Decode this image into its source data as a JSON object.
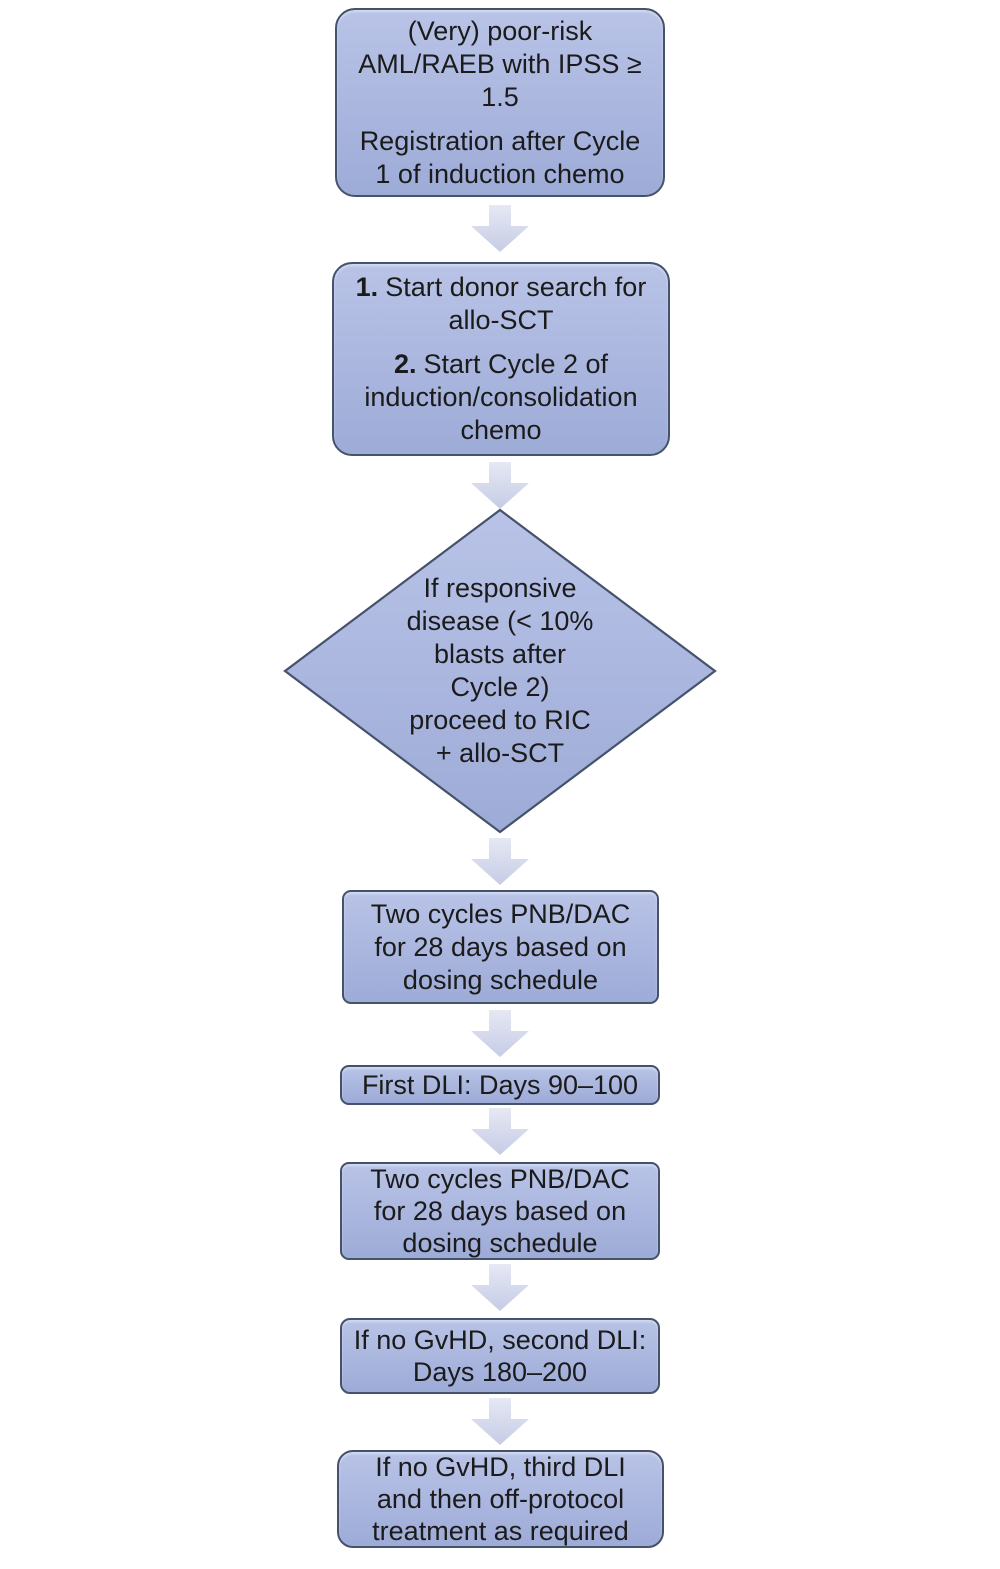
{
  "figure": {
    "type": "flowchart",
    "orientation": "vertical",
    "background": "#ffffff"
  },
  "colors": {
    "node_fill_top": "#b9c3e7",
    "node_fill_bottom": "#9dabd7",
    "node_border": "#44536b",
    "node_text": "#1b1b1b",
    "arrow_top": "#e6e8f4",
    "arrow_bottom": "#c6cce5"
  },
  "icons": {
    "down_arrow": "down-block-arrow"
  },
  "flowchart": {
    "nodes": {
      "registration": {
        "shape": "rounded-rectangle",
        "para1": {
          "lines": [
            "(Very) poor-risk",
            "AML/RAEB with IPSS ≥",
            "1.5"
          ]
        },
        "para2": {
          "lines": [
            "Registration after Cycle",
            "1 of induction chemo"
          ]
        }
      },
      "donor_search": {
        "shape": "rounded-rectangle",
        "step1": {
          "num": "1.",
          "line1": "Start donor search for",
          "line2": "allo-SCT"
        },
        "step2": {
          "num": "2.",
          "line1": "Start Cycle 2 of",
          "line2": "induction/consolidation",
          "line3": "chemo"
        }
      },
      "decision": {
        "shape": "diamond",
        "lines": [
          "If responsive",
          "disease (< 10%",
          "blasts after",
          "Cycle 2)",
          "proceed to RIC",
          "+ allo-SCT"
        ]
      },
      "pnb_cycle_1": {
        "shape": "rectangle",
        "lines": [
          "Two cycles PNB/DAC",
          "for 28 days based on",
          "dosing schedule"
        ]
      },
      "first_dli": {
        "shape": "rectangle",
        "text": "First DLI: Days 90–100"
      },
      "pnb_cycle_2": {
        "shape": "rectangle",
        "lines": [
          "Two cycles PNB/DAC",
          "for 28 days based on",
          "dosing schedule"
        ]
      },
      "second_dli": {
        "shape": "rectangle",
        "lines": [
          "If no GvHD, second DLI:",
          "Days 180–200"
        ]
      },
      "third_dli": {
        "shape": "rounded-rectangle",
        "lines": [
          "If no GvHD, third DLI",
          "and then off-protocol",
          "treatment as required"
        ]
      }
    }
  }
}
